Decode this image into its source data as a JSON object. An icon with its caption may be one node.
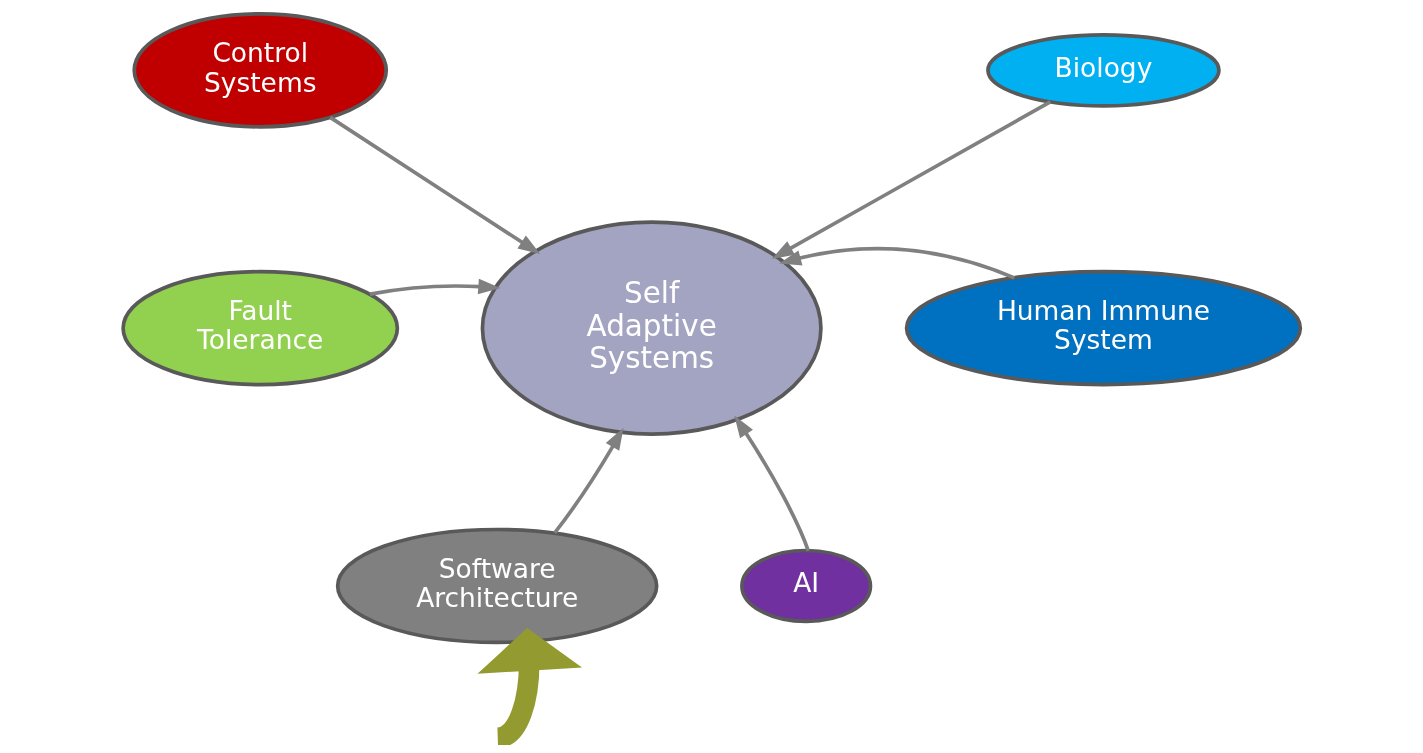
{
  "diagram": {
    "nodes": [
      {
        "text": [
          "Control Systems"
        ]
      },
      {
        "text": [
          "Biology"
        ]
      },
      {
        "text": [
          "Fault Tolerance"
        ]
      },
      {
        "text": [
          "Self Adaptive Systems"
        ]
      },
      {
        "text": [
          "Human Immune System"
        ]
      },
      {
        "text": [
          "Software Architecture"
        ]
      },
      {
        "text": [
          "AI"
        ]
      }
    ],
    "edges": [
      {
        "from": 0,
        "to": 3,
        "arrow": "to"
      },
      {
        "from": 1,
        "to": 3,
        "arrow": "to"
      },
      {
        "from": 2,
        "to": 3,
        "arrow": "to"
      },
      {
        "from": 4,
        "to": 3,
        "arrow": "to"
      },
      {
        "from": 6,
        "to": 3,
        "arrow": "to"
      },
      {
        "from": 5,
        "to": 3,
        "arrow": "to"
      },
      {
        "from": null,
        "to": 5,
        "arrow": "to",
        "style": "thick",
        "color": "#939a2f"
      }
    ]
  }
}
